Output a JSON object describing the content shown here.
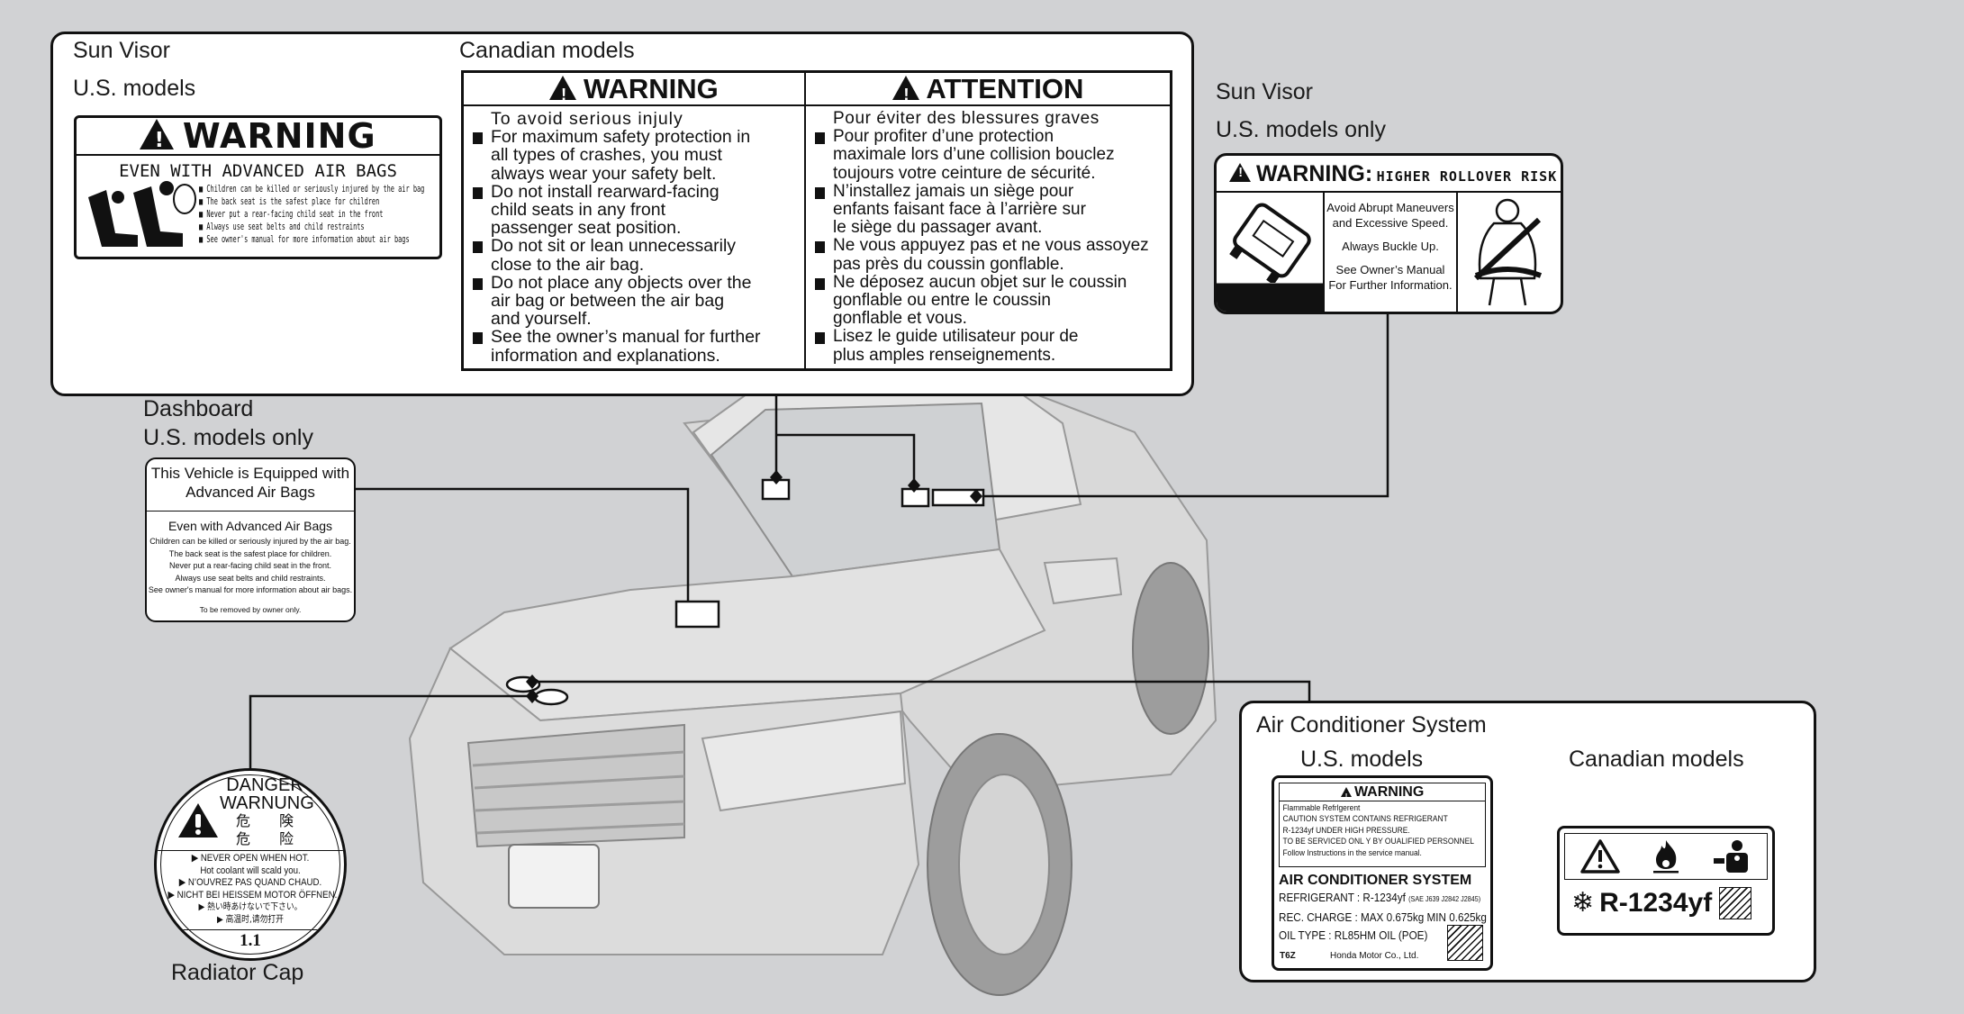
{
  "top_panel": {
    "sun_visor_caption": "Sun Visor",
    "us_models_caption": "U.S. models",
    "canadian_models_caption": "Canadian models",
    "us_label": {
      "title": "WARNING",
      "subtitle": "EVEN WITH ADVANCED AIR BAGS",
      "items": [
        "Children can be killed or seriously injured by the air bag",
        "The back seat is the safest place for children",
        "Never put a rear-facing child seat in the front",
        "Always use seat belts and child restraints",
        "See owner's manual for more information about air bags"
      ]
    },
    "canadian_label": {
      "english": {
        "title": "WARNING",
        "intro": "To avoid serious injuly",
        "items": [
          [
            "For maximum safety protection in",
            "all types of crashes, you must",
            "always wear your safety belt."
          ],
          [
            "Do not install rearward-facing",
            "child seats in any front",
            "passenger seat position."
          ],
          [
            "Do not sit or lean unnecessarily",
            "close to the air bag."
          ],
          [
            "Do not place any objects over the",
            "air bag or between the air bag",
            "and yourself."
          ],
          [
            "See the owner’s manual for further",
            "information and explanations."
          ]
        ]
      },
      "french": {
        "title": "ATTENTION",
        "intro": "Pour éviter des blessures graves",
        "items": [
          [
            "Pour profiter d’une protection",
            "maximale lors d’une collision bouclez",
            "toujours votre ceinture de sécurité."
          ],
          [
            "N’installez jamais un siège pour",
            "enfants faisant face à l’arrière sur",
            "le siège du passager avant."
          ],
          [
            "Ne vous appuyez pas et ne vous assoyez",
            "pas près du coussin gonflable."
          ],
          [
            "Ne déposez aucun objet sur le coussin",
            "gonflable ou entre le coussin",
            "gonflable et vous."
          ],
          [
            "Lisez le guide utilisateur pour de",
            "plus amples renseignements."
          ]
        ]
      }
    }
  },
  "rollover": {
    "caption1": "Sun Visor",
    "caption2": "U.S. models only",
    "title": "WARNING:",
    "title_suffix": "HIGHER ROLLOVER RISK",
    "lines": [
      "Avoid Abrupt Maneuvers",
      "and Excessive Speed.",
      "Always Buckle Up.",
      "See Owner’s Manual",
      "For Further Information."
    ]
  },
  "dashboard": {
    "caption1": "Dashboard",
    "caption2": "U.S. models only",
    "header": [
      "This Vehicle is Equipped with",
      "Advanced Air Bags"
    ],
    "subheader": "Even with Advanced Air Bags",
    "lines": [
      "Children can be killed or seriously injured by the air bag.",
      "The back seat is the safest place for children.",
      "Never put a rear-facing child seat in the front.",
      "Always use seat belts and child restraints.",
      "See owner's manual for more information about air bags."
    ],
    "footer": "To be removed by owner only."
  },
  "radiator": {
    "caption": "Radiator Cap",
    "titles": [
      "DANGER",
      "WARNUNG",
      "危　　険",
      "危　　险"
    ],
    "lines": [
      "▶ NEVER OPEN WHEN HOT.",
      "Hot coolant will scald you.",
      "▶ N’OUVREZ PAS QUAND CHAUD.",
      "▶ NICHT BEI HEISSEM MOTOR ÖFFNEN.",
      "▶ 熱い時あけないで下さい。",
      "▶ 高温时,请勿打开"
    ],
    "pressure": "1.1"
  },
  "ac": {
    "caption": "Air Conditioner System",
    "us_caption": "U.S. models",
    "ca_caption": "Canadian models",
    "us_label": {
      "title": "WARNING",
      "warn_lines": [
        "Flammable Refrlgerent",
        "CAUTION SYSTEM CONTAINS REFRIGERANT",
        "R-1234yf UNDER HIGH PRESSURE.",
        "TO BE SERVICED ONL Y BY OUALIFIED PERSONNEL",
        "Follow Instructions in the service manual."
      ],
      "system_title": "AIR CONDITIONER SYSTEM",
      "refrigerant": "REFRIGERANT : R-1234yf",
      "refrigerant_std": "(SAE J639 J2842 J2845)",
      "charge": "REC. CHARGE : MAX 0.675kg  MIN 0.625kg",
      "oil": "OIL TYPE : RL85HM OIL (POE)",
      "code": "T6Z",
      "maker": "Honda Motor Co., Ltd."
    },
    "ca_label": {
      "refrigerant": "R-1234yf"
    }
  }
}
